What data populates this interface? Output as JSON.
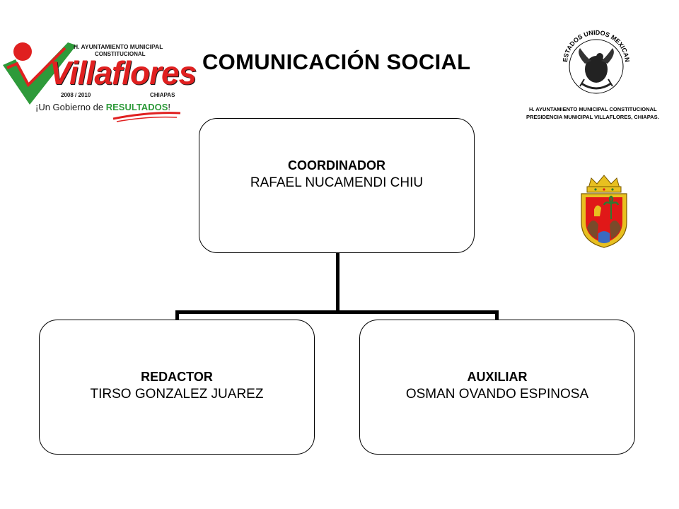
{
  "header": {
    "title": "COMUNICACIÓN SOCIAL"
  },
  "logo_left": {
    "line1": "H. AYUNTAMIENTO MUNICIPAL",
    "line2": "CONSTITUCIONAL",
    "wordmark": "Villaflores",
    "years": "2008 / 2010",
    "state": "CHIAPAS",
    "slogan_prefix": "¡Un Gobierno de ",
    "slogan_highlight": "RESULTADOS",
    "slogan_suffix": "!",
    "colors": {
      "red": "#e02020",
      "green": "#2e9a3a",
      "dark": "#1a1a1a"
    }
  },
  "logo_right": {
    "seal_text": "ESTADOS UNIDOS MEXICANOS",
    "line1": "H. AYUNTAMIENTO MUNICIPAL CONSTITUCIONAL",
    "line2": "PRESIDENCIA MUNICIPAL VILLAFLORES, CHIAPAS."
  },
  "shield": {
    "icon": "chiapas-coat-of-arms-icon",
    "colors": {
      "red": "#e01818",
      "gold": "#e8c020",
      "green": "#2f7a2f"
    }
  },
  "org_chart": {
    "top": {
      "role": "COORDINADOR",
      "name": "RAFAEL NUCAMENDI CHIU"
    },
    "left": {
      "role": "REDACTOR",
      "name": "TIRSO GONZALEZ JUAREZ"
    },
    "right": {
      "role": "AUXILIAR",
      "name": "OSMAN OVANDO ESPINOSA"
    }
  }
}
